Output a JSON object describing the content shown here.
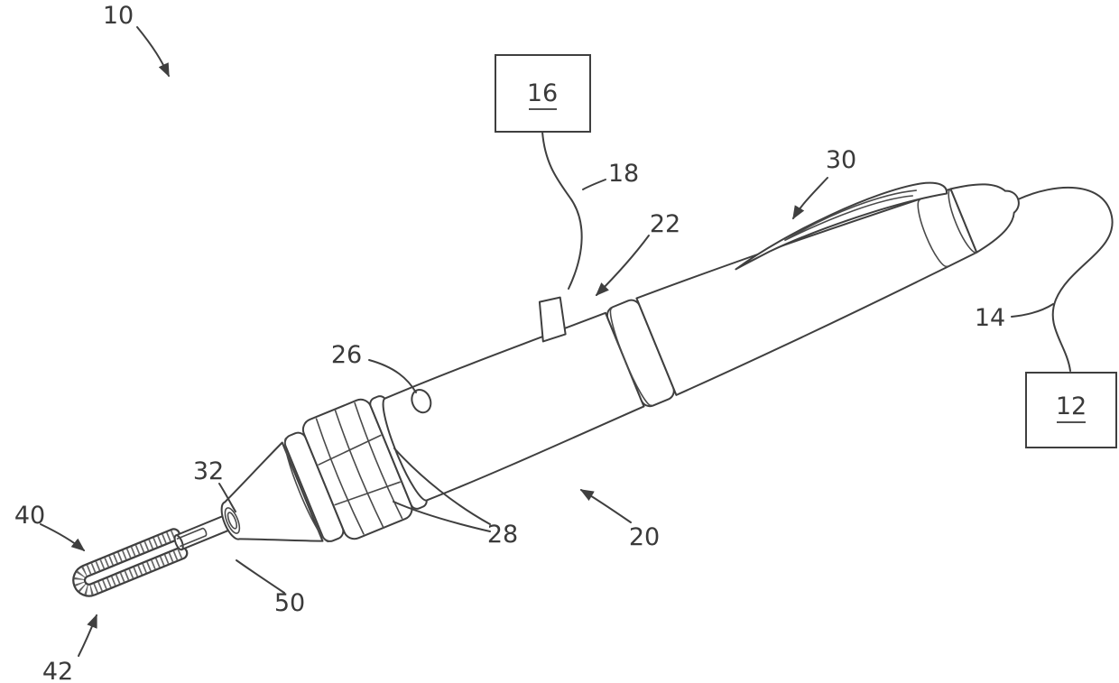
{
  "figure": {
    "background_color": "#ffffff",
    "line_color": "#3f3f3f",
    "labels": {
      "ref10": "10",
      "ref12": "12",
      "ref14": "14",
      "ref16": "16",
      "ref18": "18",
      "ref20": "20",
      "ref22": "22",
      "ref26": "26",
      "ref28": "28",
      "ref30": "30",
      "ref32": "32",
      "ref40": "40",
      "ref42": "42",
      "ref50": "50"
    }
  }
}
